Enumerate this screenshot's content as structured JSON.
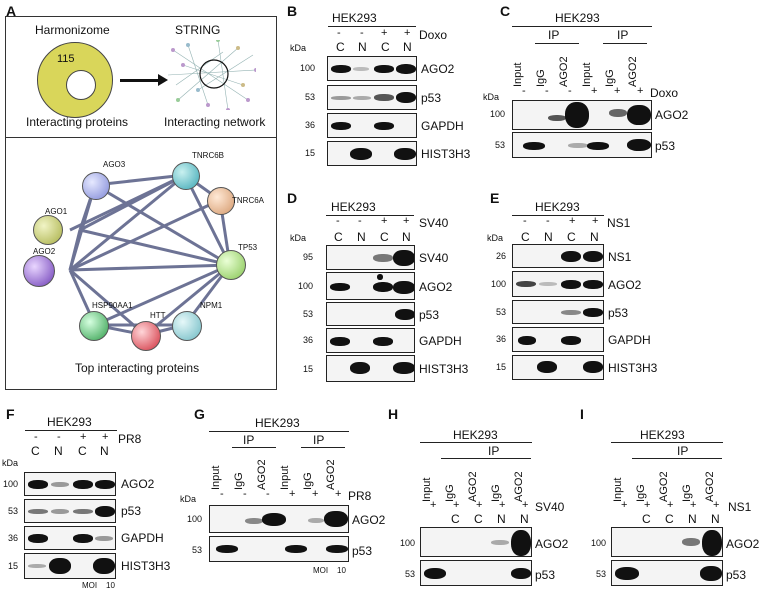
{
  "panels": [
    "A",
    "B",
    "C",
    "D",
    "E",
    "F",
    "G",
    "H",
    "I"
  ],
  "panelA": {
    "harmonizome": "Harmonizome",
    "string": "STRING",
    "count": "115",
    "interacting_proteins": "Interacting proteins",
    "interacting_network": "Interacting network",
    "top_title": "Top interacting proteins",
    "nodes": [
      "AGO3",
      "TNRC6B",
      "AGO1",
      "TNRC6A",
      "AGO2",
      "TP53",
      "HSP90AA1",
      "HTT",
      "NPM1"
    ]
  },
  "common": {
    "cell_line": "HEK293",
    "kda": "kDa",
    "C": "C",
    "N": "N",
    "minus": "-",
    "plus": "+",
    "IP": "IP",
    "Input": "Input",
    "IgG": "IgG",
    "AGO2": "AGO2"
  },
  "panelB": {
    "treat": "Doxo",
    "mw": [
      "100",
      "53",
      "36",
      "15"
    ],
    "proteins": [
      "AGO2",
      "p53",
      "GAPDH",
      "HIST3H3"
    ]
  },
  "panelC": {
    "treat": "Doxo",
    "mw": [
      "100",
      "53"
    ],
    "proteins": [
      "AGO2",
      "p53"
    ]
  },
  "panelD": {
    "treat": "SV40",
    "mw": [
      "95",
      "100",
      "53",
      "36",
      "15"
    ],
    "proteins": [
      "SV40",
      "AGO2",
      "p53",
      "GAPDH",
      "HIST3H3"
    ]
  },
  "panelE": {
    "treat": "NS1",
    "mw": [
      "26",
      "100",
      "53",
      "36",
      "15"
    ],
    "proteins": [
      "NS1",
      "AGO2",
      "p53",
      "GAPDH",
      "HIST3H3"
    ]
  },
  "panelF": {
    "treat": "PR8",
    "mw": [
      "100",
      "53",
      "36",
      "15"
    ],
    "proteins": [
      "AGO2",
      "p53",
      "GAPDH",
      "HIST3H3"
    ],
    "moi": "MOI",
    "moi_val": "10"
  },
  "panelG": {
    "treat": "PR8",
    "mw": [
      "100",
      "53"
    ],
    "proteins": [
      "AGO2",
      "p53"
    ],
    "moi": "MOI",
    "moi_val": "10"
  },
  "panelH": {
    "treat": "SV40",
    "mw": [
      "100",
      "53"
    ],
    "proteins": [
      "AGO2",
      "p53"
    ]
  },
  "panelI": {
    "treat": "NS1",
    "mw": [
      "100",
      "53"
    ],
    "proteins": [
      "AGO2",
      "p53"
    ]
  }
}
